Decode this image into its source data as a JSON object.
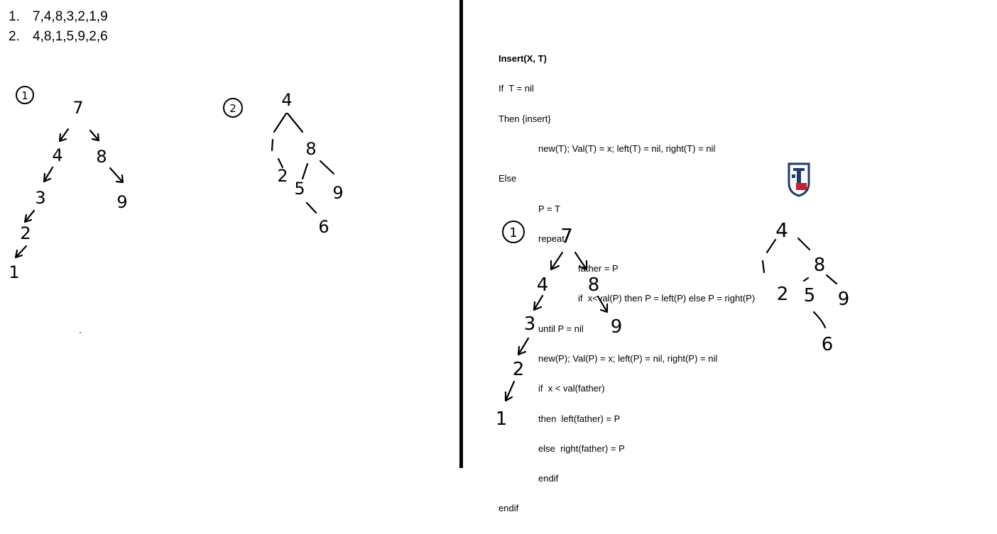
{
  "sequences": [
    {
      "num": "1.",
      "values": "7,4,8,3,2,1,9"
    },
    {
      "num": "2.",
      "values": "4,8,1,5,9,2,6"
    }
  ],
  "pseudocode": [
    {
      "indent": 0,
      "text": "Insert(X, T)",
      "bold": true
    },
    {
      "indent": 0,
      "text": "If  T = nil",
      "bold": false
    },
    {
      "indent": 0,
      "text": "Then {insert}",
      "bold": false
    },
    {
      "indent": 1,
      "text": "new(T); Val(T) = x; left(T) = nil, right(T) = nil",
      "bold": false
    },
    {
      "indent": 0,
      "text": "Else",
      "bold": false
    },
    {
      "indent": 1,
      "text": "P = T",
      "bold": false
    },
    {
      "indent": 1,
      "text": "repeat",
      "bold": false
    },
    {
      "indent": 2,
      "text": "father = P",
      "bold": false
    },
    {
      "indent": 2,
      "text": "if  x<val(P) then P = left(P) else P = right(P)",
      "bold": false
    },
    {
      "indent": 1,
      "text": "until P = nil",
      "bold": false
    },
    {
      "indent": 1,
      "text": "new(P); Val(P) = x; left(P) = nil, right(P) = nil",
      "bold": false
    },
    {
      "indent": 1,
      "text": "if  x < val(father)",
      "bold": false
    },
    {
      "indent": 1,
      "text": "then  left(father) = P",
      "bold": false
    },
    {
      "indent": 1,
      "text": "else  right(father) = P",
      "bold": false
    },
    {
      "indent": 1,
      "text": "endif",
      "bold": false
    },
    {
      "indent": 0,
      "text": "endif",
      "bold": false
    }
  ],
  "trees": {
    "left_tree_1": {
      "circle_label": "1",
      "nodes": [
        "7",
        "4",
        "8",
        "3",
        "9",
        "2",
        "1"
      ],
      "edges": [
        [
          "7",
          "4"
        ],
        [
          "7",
          "8"
        ],
        [
          "4",
          "3"
        ],
        [
          "8",
          "9"
        ],
        [
          "3",
          "2"
        ],
        [
          "2",
          "1"
        ]
      ]
    },
    "left_tree_2": {
      "circle_label": "2",
      "nodes": [
        "4",
        "8",
        "2",
        "5",
        "9",
        "6"
      ],
      "edges": [
        [
          "4",
          "8"
        ],
        [
          "8",
          "5"
        ],
        [
          "8",
          "9"
        ],
        [
          "5",
          "6"
        ]
      ],
      "stubs": [
        "4-left",
        "2-link"
      ]
    },
    "right_tree_1": {
      "circle_label": "1",
      "nodes": [
        "7",
        "4",
        "8",
        "3",
        "9",
        "2",
        "1"
      ],
      "edges": [
        [
          "7",
          "4"
        ],
        [
          "7",
          "8"
        ],
        [
          "4",
          "3"
        ],
        [
          "8",
          "9"
        ],
        [
          "3",
          "2"
        ],
        [
          "2",
          "1"
        ]
      ]
    },
    "right_tree_2": {
      "nodes": [
        "4",
        "8",
        "2",
        "5",
        "9",
        "6"
      ],
      "edges": [
        [
          "4",
          "8"
        ],
        [
          "8",
          "5"
        ],
        [
          "8",
          "9"
        ],
        [
          "5",
          "6"
        ]
      ]
    }
  },
  "colors": {
    "ink": "#000000",
    "logo_navy": "#1f3a6b",
    "logo_red": "#c8202f"
  }
}
